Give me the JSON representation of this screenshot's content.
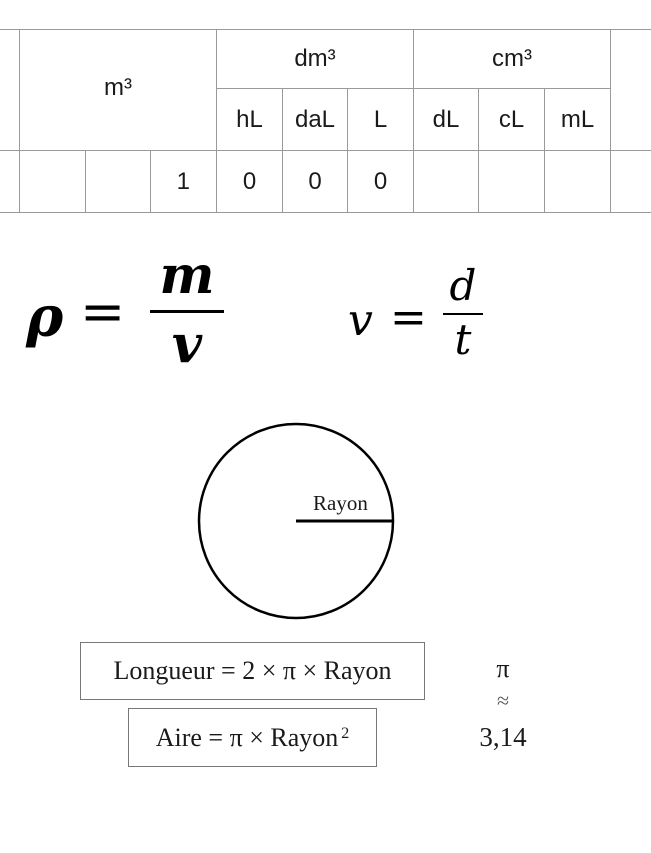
{
  "table": {
    "group_m3": "m³",
    "group_dm3": "dm³",
    "group_cm3": "cm³",
    "sub_dm3": [
      "hL",
      "daL",
      "L"
    ],
    "sub_cm3": [
      "dL",
      "cL",
      "mL"
    ],
    "row_values": [
      "",
      "",
      "1",
      "0",
      "0",
      "0",
      "",
      "",
      ""
    ]
  },
  "formulas": {
    "density": {
      "lhs": "ρ",
      "eq": "=",
      "num": "m",
      "den": "v"
    },
    "speed": {
      "lhs": "v",
      "eq": "=",
      "num": "d",
      "den": "t"
    }
  },
  "circle": {
    "radius_label": "Rayon"
  },
  "boxes": {
    "longueur": "Longueur = 2 × π × Rayon",
    "aire": "Aire = π × Rayon",
    "aire_exp": "2"
  },
  "pi": {
    "symbol": "π",
    "approx": "≈",
    "value": "3,14"
  }
}
